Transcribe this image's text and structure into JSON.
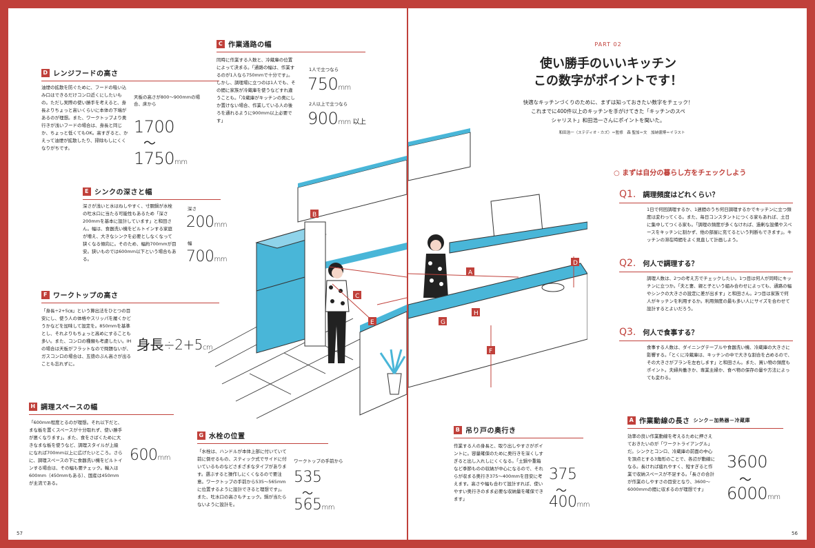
{
  "left": {
    "page_number": "57",
    "rangehood": {
      "badge": "D",
      "title": "レンジフードの高さ",
      "body": "油煙の拡散を防ぐために、フードの吸い込み口はできるだけコンロ近くにしたいもの。ただし実際の使い勝手を考えると、身長よりちょっと高いくらいに本体の下端があるのが理想。また、ワークトップより奥行きが浅いフードの場合は、身長と同じか、ちょっと低くてもOK。高すぎると、かえって油煙が拡散したり、掃除もしにくくなりがちです。",
      "note": "天板の高さが800～900mmの場合、床から",
      "value_top": "1700",
      "tilde": "～",
      "value_bottom": "1750",
      "unit": "mm"
    },
    "aisle": {
      "badge": "C",
      "title": "作業通路の幅",
      "body": "同時に作業する人数と、冷蔵庫の位置によって決まる。「通路の幅は、作業するのが1人なら750mmで十分です」。しかし、調理場に立つのは1人でも、その間に家族が冷蔵庫を使うなどすれ違うことも。「冷蔵庫がキッチンの奥にしか置けない場合、作業している人の後ろを通れるように900mm以上必要です」",
      "one_label": "1人で立つなら",
      "one_value": "750",
      "one_unit": "mm",
      "two_label": "2人以上で立つなら",
      "two_value": "900",
      "two_unit": "mm 以上"
    },
    "sink": {
      "badge": "E",
      "title": "シンクの深さと幅",
      "body": "深さが浅いと水はねしやすく、寸胴鍋が水栓の吐水口に当たる可能性もあるため「深さ200mmを基本に設計しています」と和田さん。幅は、食器洗い機をビルトインする家庭が増え、大きなシンクを必要としなくなって狭くなる傾向に。そのため、幅約700mmが目安。狭いものでは600mm以下という場合もある。",
      "depth_label": "深さ",
      "depth_value": "200",
      "depth_unit": "mm",
      "width_label": "幅",
      "width_value": "700",
      "width_unit": "mm"
    },
    "worktop": {
      "badge": "F",
      "title": "ワークトップの高さ",
      "body": "「身長÷2+5㎝」という算出法をひとつの目安にし、使う人の体格やスリッパを履くかどうかなどを加味して設定を。850mmを基準とし、それよりもちょっと高めにすることも多い。また、コンロの種類も考慮したい。IHの場合は天板がフラットなので問題ないが、ガスコンロの場合は、五徳のぶん高さが出ることも忘れずに。",
      "formula": "身長÷2+5",
      "formula_unit": "cm"
    },
    "cooking_space": {
      "badge": "H",
      "title": "調理スペースの幅",
      "body": "「600mm程度とるのが理想。それ以下だと、まな板を置くスペースが十分取れず、使い勝手が悪くなります」。また、食をさばくために大きなまな板を使うなど、調理スタイルが上級になれば700mm以上に広げたいところ。さらに、調理スペースの下に食器洗い機をビルトインする場合は、その幅も要チェック。輸入は600mm（450mmもある）、国産は450mmが主流である。",
      "value": "600",
      "unit": "mm"
    },
    "faucet": {
      "badge": "G",
      "title": "水栓の位置",
      "body": "「水栓は、ハンドルが本体上部に付いていて前に倒せるもの、スティック式でサイドに付いているものなどさまざまなタイプがあります。選ぶすると操作しにくくなるので要注意。ワークトップの手前から535～565mmに位置するように設計できると理想です」。また、吐水口の高さもチェック。鍋が当たらないように設計を。",
      "note": "ワークトップの手前から",
      "value_top": "535",
      "tilde": "～",
      "value_bottom": "565",
      "unit": "mm"
    }
  },
  "right": {
    "page_number": "56",
    "part": "PART 02",
    "headline_1": "使い勝手のいいキッチン",
    "headline_2": "この数字がポイントです！",
    "lead_1": "快適なキッチンづくりのために、まずは知っておきたい数字をチェック！",
    "lead_2": "これまでに400件以上のキッチンを手がけてきた「キッチンのスペ",
    "lead_3": "シャリスト」和田浩一さんにポイントを聞いた。",
    "credit": "和田浩一（ステディオ・カズ）＝監修　森 聖加＝文　加納徳博＝イラスト",
    "check_title": "○ まずは自分の暮らし方をチェックしよう",
    "questions": [
      {
        "num": "Q1.",
        "title": "調理頻度はどれくらい？",
        "body": "1日で何回調理するか、1週間のうち何日調理するかでキッチンに立つ頻度は変わってくる。また、毎日コンスタントにつくる家もあれば、土日に集中してつくる家も。「調理の頻度が多くなければ、過剰な設備やスペースをキッチンに割かず、他の部屋に充てるという判断もできます」。キッチンの滞在時間をよく見直して計画しよう。"
      },
      {
        "num": "Q2.",
        "title": "何人で調理する？",
        "body": "調理人数は、2つの考え方でチェックしたい。1つ目は何人が同時にキッチンに立つか。「夫と妻、親と子という組み合わせによっても、通路の幅やシンクの大きさの設定に差が出ます」と和田さん。2つ目は家族で何人がキッチンを利用するか。利用頻度の最も多い人にサイズを合わせて設計するとよいだろう。"
      },
      {
        "num": "Q3.",
        "title": "何人で食事する？",
        "body": "食事する人数は、ダイニングテーブルや食器洗い機、冷蔵庫の大きさに影響する。「とくに冷蔵庫は、キッチンの中で大きな割合を占めるので、その大きさがプランを左右します」と和田さん。また、買い物の頻度もポイント。夫婦共働きか、専業主婦か、食べ物の保存の量や方法によっても変わる。"
      }
    ],
    "cabinet": {
      "badge": "B",
      "title": "吊り戸の奥行き",
      "body": "作業する人の身長と、取り出しやすさがポイントに。容量確保のために奥行きを深くしすぎると出し入れしにくくなる。「土鍋や重箱など季節ものの収納が中心になるので、それらが収まる奥行き375～400mmを目安に考えます。高さや幅も合わて設計すれば、使いやすい奥行きのまま必要な収納量を確保できます」",
      "value_top": "375",
      "tilde": "～",
      "value_bottom": "400",
      "unit": "mm"
    },
    "workflow": {
      "badge": "A",
      "title": "作業動線の長さ",
      "subtitle": "シンク－加熱器－冷蔵庫",
      "body": "効率の良い作業動線を考えるために押さえておきたいのが「ワークトライアングル」だ。シンクとコンロ、冷蔵庫の前面の中心を頂点とする3角形のことで、各辺が動線になる。長ければ疲れやすく、短すぎると作業で収納スペースが不足する。「長さの合計が作業のしやすさの目安となり、3600～6000mmの間に収まるのが理想です」",
      "value_top": "3600",
      "tilde": "～",
      "value_bottom": "6000",
      "unit": "mm"
    }
  },
  "colors": {
    "accent": "#c0403a",
    "kitchen_blue": "#49b6d8",
    "ink": "#222222"
  }
}
